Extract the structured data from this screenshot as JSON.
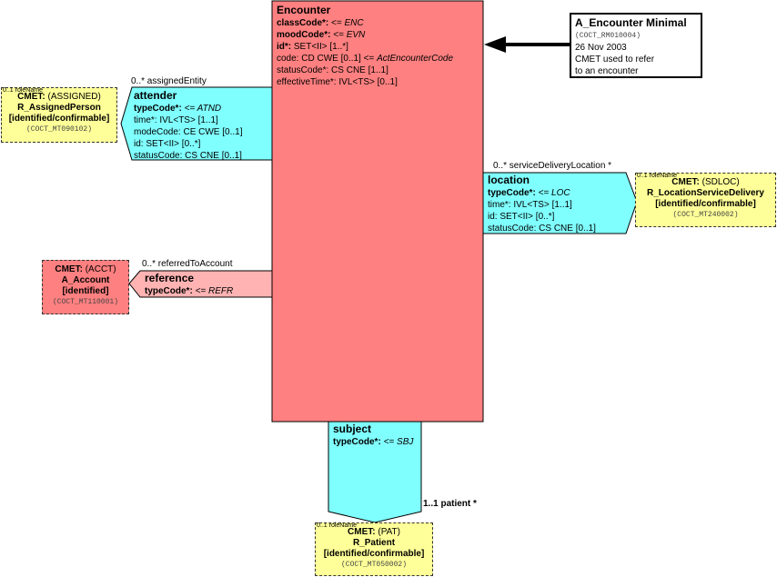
{
  "colors": {
    "act": "#ff8080",
    "act_light": "#ffb3b3",
    "role": "#80ffff",
    "cmet": "#ffff99",
    "border": "#000000"
  },
  "encounter": {
    "title": "Encounter",
    "attrs": [
      {
        "name": "classCode*:",
        "value": "ENC",
        "bold": true,
        "italic": true
      },
      {
        "name": "moodCode*:",
        "value": "EVN",
        "bold": true,
        "italic": true
      },
      {
        "name": "id*:",
        "value": "SET<II> [1..*]",
        "bold": true,
        "italic": false
      },
      {
        "name": "code:",
        "value": "CD CWE [0..1] <= ",
        "extra": "ActEncounterCode",
        "bold": false
      },
      {
        "name": "statusCode*:",
        "value": "CS CNE [1..1]",
        "bold": false
      },
      {
        "name": "effectiveTime*:",
        "value": "IVL<TS> [0..1]",
        "bold": false
      }
    ]
  },
  "minimal": {
    "title": "A_Encounter Minimal",
    "code": "(COCT_RM010004)",
    "date": "26 Nov 2003",
    "desc1": "CMET used to refer",
    "desc2": "to an encounter"
  },
  "attender": {
    "title": "attender",
    "l1_name": "typeCode*:",
    "l1_val": "<= ATND",
    "l2": "time*: IVL<TS> [1..1]",
    "l3": "modeCode: CE CWE [0..1]",
    "l4": "id: SET<II> [0..*]",
    "l5": "statusCode: CS CNE [0..1]",
    "assoc": "0..* assignedEntity"
  },
  "assigned": {
    "rolename": "0..1 roleName",
    "cmet": "CMET:",
    "type": "(ASSIGNED)",
    "name": "R_AssignedPerson",
    "qual": "[identified/confirmable]",
    "code": "(COCT_MT090102)"
  },
  "location": {
    "title": "location",
    "l1_name": "typeCode*:",
    "l1_val": "<= LOC",
    "l2": "time*: IVL<TS> [1..1]",
    "l3": "id: SET<II> [0..*]",
    "l4": "statusCode: CS CNE [0..1]",
    "assoc": "0..* serviceDeliveryLocation  *"
  },
  "sdloc": {
    "rolename": "0..1 roleName",
    "cmet": "CMET:",
    "type": "(SDLOC)",
    "name": "R_LocationServiceDelivery",
    "qual": "[identified/confirmable]",
    "code": "(COCT_MT240002)"
  },
  "reference": {
    "title": "reference",
    "l1_name": "typeCode*:",
    "l1_val": "<= REFR",
    "assoc": "0..* referredToAccount"
  },
  "account": {
    "cmet": "CMET:",
    "type": "(ACCT)",
    "name": "A_Account",
    "qual": "[identified]",
    "code": "(COCT_MT110001)"
  },
  "subject": {
    "title": "subject",
    "l1_name": "typeCode*:",
    "l1_val": "<= SBJ",
    "assoc": "1..1 patient  *"
  },
  "patient": {
    "rolename": "0..1 roleName",
    "cmet": "CMET:",
    "type": "(PAT)",
    "name": "R_Patient",
    "qual": "[identified/confirmable]",
    "code": "(COCT_MT050002)"
  }
}
